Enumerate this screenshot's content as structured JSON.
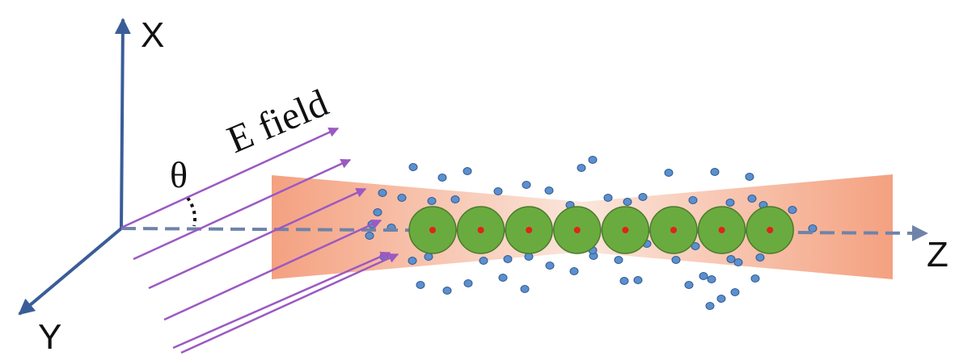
{
  "labels": {
    "x_axis": "X",
    "y_axis": "Y",
    "z_axis": "Z",
    "field": "E field",
    "angle": "θ"
  },
  "colors": {
    "axis": "#3a5d98",
    "z_axis": "#6f83a8",
    "beam": "#f3a887",
    "field_arrow": "#9b59c2",
    "sphere_fill": "#6aab3f",
    "sphere_stroke": "#4b7a2b",
    "sphere_center": "#e0231a",
    "particle_fill": "#5b8fcf",
    "particle_stroke": "#2f5a8f",
    "angle_marker": "#111111"
  },
  "diagram": {
    "trapped_sphere_count": 8,
    "field_arrow_count": 6
  }
}
